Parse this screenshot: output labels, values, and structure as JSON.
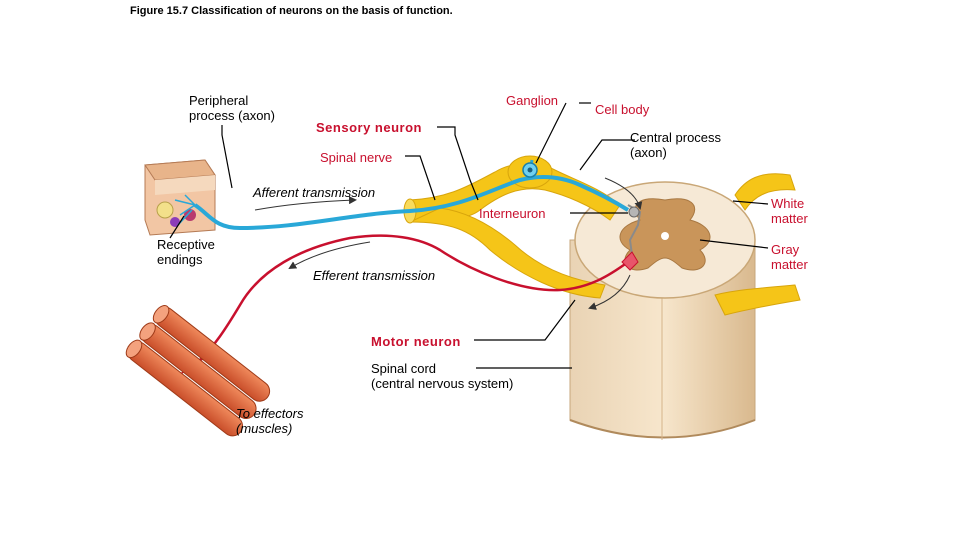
{
  "figure": {
    "title": "Figure 15.7  Classification of neurons on the basis of function."
  },
  "labels": {
    "peripheral_process": [
      "Peripheral",
      "process (axon)"
    ],
    "sensory_neuron": "Sensory neuron",
    "spinal_nerve": "Spinal nerve",
    "ganglion": "Ganglion",
    "cell_body": "Cell body",
    "central_process": [
      "Central process",
      "(axon)"
    ],
    "afferent_transmission": "Afferent transmission",
    "interneuron": "Interneuron",
    "white_matter": [
      "White",
      "matter"
    ],
    "gray_matter": [
      "Gray",
      "matter"
    ],
    "receptive_endings": [
      "Receptive",
      "endings"
    ],
    "efferent_transmission": "Efferent transmission",
    "motor_neuron": "Motor neuron",
    "spinal_cord": [
      "Spinal cord",
      "(central nervous system)"
    ],
    "to_effectors": [
      "To effectors",
      "(muscles)"
    ]
  },
  "colors": {
    "sensory_neuron": "#29a8d8",
    "motor_neuron": "#c8102e",
    "nerve": "#f5c518",
    "spinal_cord": "#e8c9a0",
    "gray_matter": "#c9955a",
    "muscle": "#d9623a",
    "skin": "#f0c8a8"
  }
}
